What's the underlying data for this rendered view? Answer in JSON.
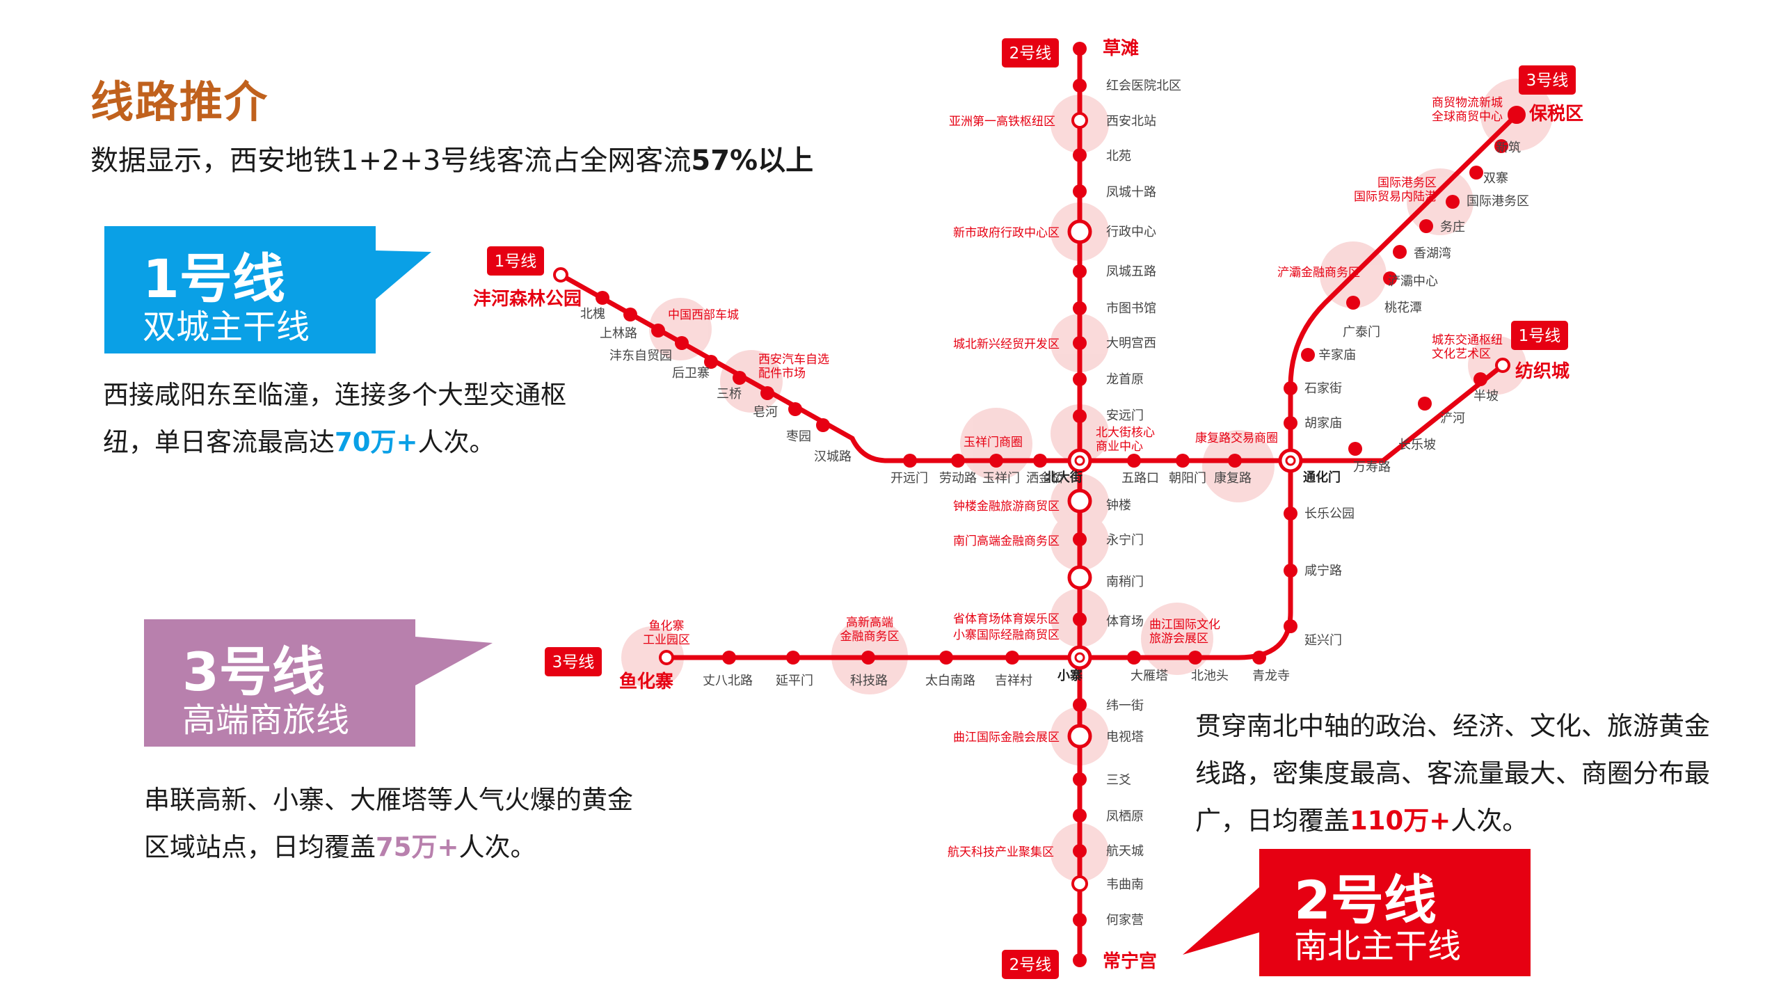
{
  "title": "线路推介",
  "subtitle_prefix": "数据显示，西安地铁1+2+3号线客流占全网客流",
  "subtitle_bold": "57%以上",
  "badges": {
    "l1": {
      "name": "1号线",
      "slogan": "双城主干线"
    },
    "l3": {
      "name": "3号线",
      "slogan": "高端商旅线"
    },
    "l2": {
      "name": "2号线",
      "slogan": "南北主干线"
    }
  },
  "descriptions": {
    "l1": {
      "text": "西接咸阳东至临潼，连接多个大型交通枢纽，单日客流最高达",
      "highlight": "70万+",
      "suffix": "人次。"
    },
    "l3": {
      "text": "串联高新、小寨、大雁塔等人气火爆的黄金区域站点，日均覆盖",
      "highlight": "75万+",
      "suffix": "人次。"
    },
    "l2": {
      "text": "贯穿南北中轴的政治、经济、文化、旅游黄金线路，密集度最高、客流量最大、商圈分布最广，日均覆盖",
      "highlight": "110万+",
      "suffix": "人次。"
    }
  },
  "map": {
    "colors": {
      "line": "#e60012",
      "zone": "#f9d3d3",
      "l1_brand": "#0aa0e6",
      "l3_brand": "#b880ad",
      "title": "#c0611d"
    },
    "line_tags": {
      "l2_north": "2号线",
      "l2_south": "2号线",
      "l1_west": "1号线",
      "l1_east": "1号线",
      "l3_west": "3号线",
      "l3_east": "3号线"
    },
    "terminals": {
      "caotan": "草滩",
      "changninggong": "常宁宫",
      "fenghe": "沣河森林公园",
      "fangzhicheng": "纺织城",
      "yuhuazhai": "鱼化寨",
      "baoshuiqu": "保税区"
    },
    "transfers": {
      "beidajie": "北大街",
      "xiaozhai": "小寨",
      "tonghuamen": "通化门"
    },
    "stations": {
      "hongyiyuan": "红会医院北区",
      "xianbei": "西安北站",
      "beiyuan": "北苑",
      "fengcheng10": "凤城十路",
      "xingzheng": "行政中心",
      "fengcheng5": "凤城五路",
      "shitushu": "市图书馆",
      "daminggong": "大明宫西",
      "longshouyuan": "龙首原",
      "anyuanmen": "安远门",
      "zhonglou": "钟楼",
      "yongningmen": "永宁门",
      "nanshaomen": "南稍门",
      "tiyuchang": "体育场",
      "weiyijie": "纬一街",
      "dianshita": "电视塔",
      "sancha": "三爻",
      "fengqiyuan": "凤栖原",
      "hangtiancheng": "航天城",
      "weiqunan": "韦曲南",
      "hejiaying": "何家营",
      "beiqiao": "北槐",
      "shanglin": "上林路",
      "fengdong": "沣东自贸园",
      "houweizhai": "后卫寨",
      "sanqiao": "三桥",
      "zaohe": "皂河",
      "zaoyuan": "枣园",
      "hanchenglu": "汉城路",
      "kaiyuanmen": "开远门",
      "laodonglu": "劳动路",
      "yuxiangmen": "玉祥门",
      "sahuoxiang": "洒金桥",
      "wulukou": "五路口",
      "chaoyangmen": "朝阳门",
      "kangfulu": "康复路",
      "wanshoulu": "万寿路",
      "changlepo": "长乐坡",
      "chanhe": "浐河",
      "banpo": "半坡",
      "zhangbalu": "丈八北路",
      "yanpingmen": "延平门",
      "kejilu": "科技路",
      "taibainan": "太白南路",
      "jixiangcun": "吉祥村",
      "dayanta": "大雁塔",
      "beichitou": "北池头",
      "qinglongsi": "青龙寺",
      "yanxingmen": "延兴门",
      "xianninglu": "咸宁路",
      "changlegongyuan": "长乐公园",
      "hujiamiao": "胡家庙",
      "shijiajie": "石家街",
      "xinjiamiao": "辛家庙",
      "guangtaimen": "广泰门",
      "taohuatan": "桃花潭",
      "chanba": "浐灞中心",
      "xianghuwan": "香湖湾",
      "wuzhuang": "务庄",
      "guojigangwu": "国际港务区",
      "shuangzhai": "双寨",
      "xinzhu": "新筑"
    },
    "zones": {
      "yazhou": "亚洲第一高铁枢纽区",
      "xinshi": "新市政府行政中心区",
      "chengbei": "城北新兴经贸开发区",
      "yuxiang": "玉祥门商圈",
      "beidajie1": "北大街核心",
      "beidajie2": "商业中心",
      "kangfu": "康复路交易商圈",
      "zhonglou": "钟楼金融旅游商贸区",
      "nanmen": "南门高端金融商务区",
      "shengti1": "省体育场体育娱乐区",
      "shengti2": "小寨国际经融商贸区",
      "qujiang1": "曲江国际文化",
      "qujiang2": "旅游会展区",
      "qujiangjr": "曲江国际金融会展区",
      "hangtian": "航天科技产业聚集区",
      "xibu": "中国西部车城",
      "qiche1": "西安汽车自选",
      "qiche2": "配件市场",
      "yuhua1": "鱼化寨",
      "yuhua2": "工业园区",
      "gaoxin1": "高新高端",
      "gaoxin2": "金融商务区",
      "chengdong1": "城东交通枢纽",
      "chengdong2": "文化艺术区",
      "chanyu": "浐灞金融商务区",
      "guojigang1": "国际港务区",
      "guojigang2": "国际贸易内陆港",
      "shangmao1": "商贸物流新城",
      "shangmao2": "全球商贸中心"
    }
  }
}
